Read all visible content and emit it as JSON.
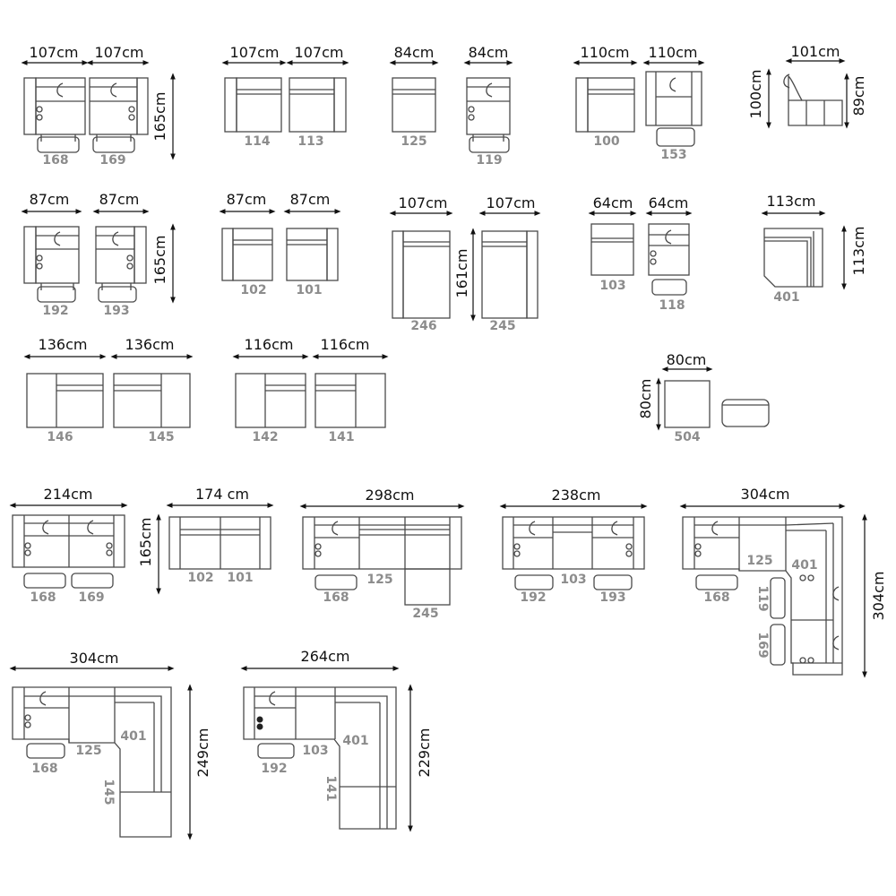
{
  "dimensions": [
    "107cm",
    "107cm",
    "165cm",
    "107cm",
    "107cm",
    "84cm",
    "84cm",
    "110cm",
    "110cm",
    "101cm",
    "100cm",
    "89cm",
    "87cm",
    "87cm",
    "165cm",
    "87cm",
    "87cm",
    "107cm",
    "107cm",
    "161cm",
    "64cm",
    "64cm",
    "113cm",
    "113cm",
    "136cm",
    "136cm",
    "116cm",
    "116cm",
    "80cm",
    "80cm",
    "214cm",
    "174 cm",
    "298cm",
    "238cm",
    "304cm",
    "165cm",
    "304cm",
    "304cm",
    "264cm",
    "249cm",
    "229cm"
  ],
  "codes": [
    "168",
    "169",
    "114",
    "113",
    "125",
    "119",
    "100",
    "153",
    "192",
    "193",
    "102",
    "101",
    "246",
    "245",
    "103",
    "118",
    "401",
    "146",
    "145",
    "142",
    "141",
    "504",
    "168",
    "169",
    "102",
    "101",
    "168",
    "125",
    "245",
    "192",
    "103",
    "193",
    "168",
    "125",
    "401",
    "119",
    "169",
    "168",
    "125",
    "401",
    "145",
    "192",
    "103",
    "401",
    "141"
  ],
  "colors": {
    "line": "#4a4a4a",
    "code": "#8c8c8c",
    "dimension": "#111111"
  }
}
